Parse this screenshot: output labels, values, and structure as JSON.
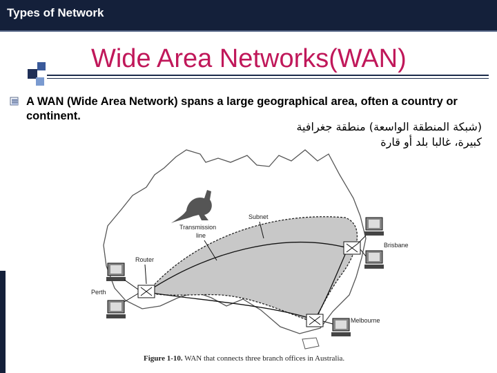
{
  "header": {
    "section_title": "Types of Network"
  },
  "slide": {
    "title": "Wide Area Networks(WAN)",
    "bullet_en": "A WAN (Wide Area Network) spans a large geographical area, often a country or continent.",
    "bullet_ar_line1": "(شبكة المنطقة الواسعة) منطقة جغرافية",
    "bullet_ar_line2": "كبيرة، غالبا بلد أو قارة"
  },
  "figure": {
    "labels": {
      "transmission_line": [
        "Transmission",
        "line"
      ],
      "subnet": "Subnet",
      "router": "Router",
      "perth": "Perth",
      "brisbane": "Brisbane",
      "melbourne": "Melbourne"
    },
    "caption_number": "Figure 1-10.",
    "caption_text": "WAN that connects three branch offices in Australia."
  },
  "colors": {
    "title": "#c0185a",
    "topbar": "#14203a",
    "subnet_fill": "#c8c8c8"
  }
}
